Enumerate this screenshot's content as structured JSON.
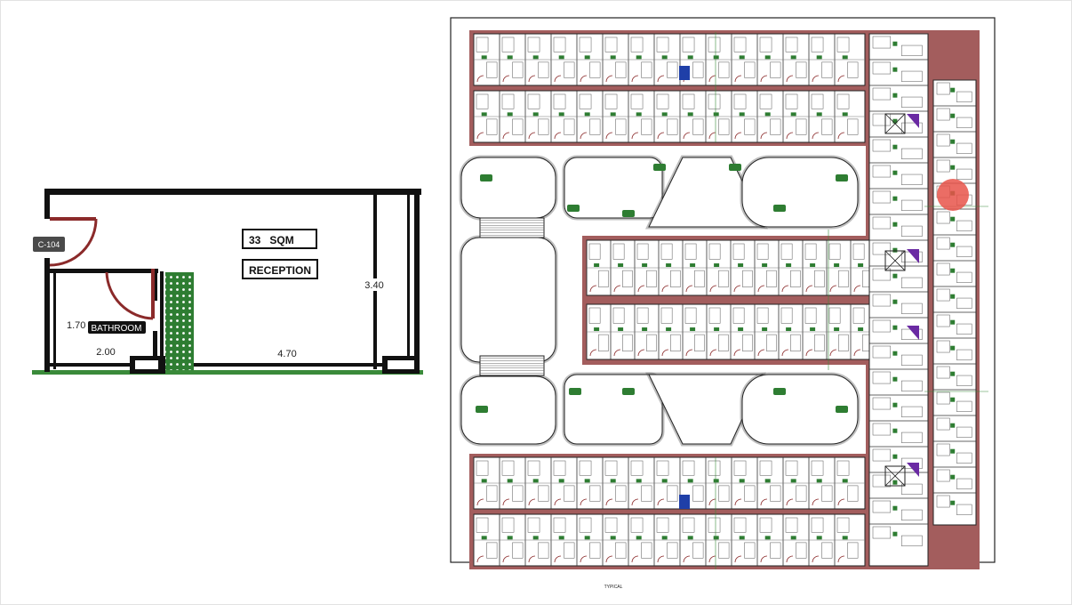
{
  "unit_plan": {
    "unit_code": "C-104",
    "area": "33   SQM",
    "room_name": "RECEPTION",
    "bathroom_label": "BATHROOM",
    "dim_height": "3.40",
    "dim_width": "4.70",
    "dim_bath_height": "1.70",
    "dim_bath_width": "2.00"
  },
  "floor_plan": {
    "caption": "TYPICAL"
  },
  "colors": {
    "wall": "#111111",
    "door": "#8b2a2a",
    "ground": "#3a8a3a",
    "balcony": "#2e7d32",
    "facade": "#a35d5d",
    "highlight": "#e8534a",
    "stairs": "#6a2aa3",
    "stair_blue": "#1f3fa8"
  }
}
